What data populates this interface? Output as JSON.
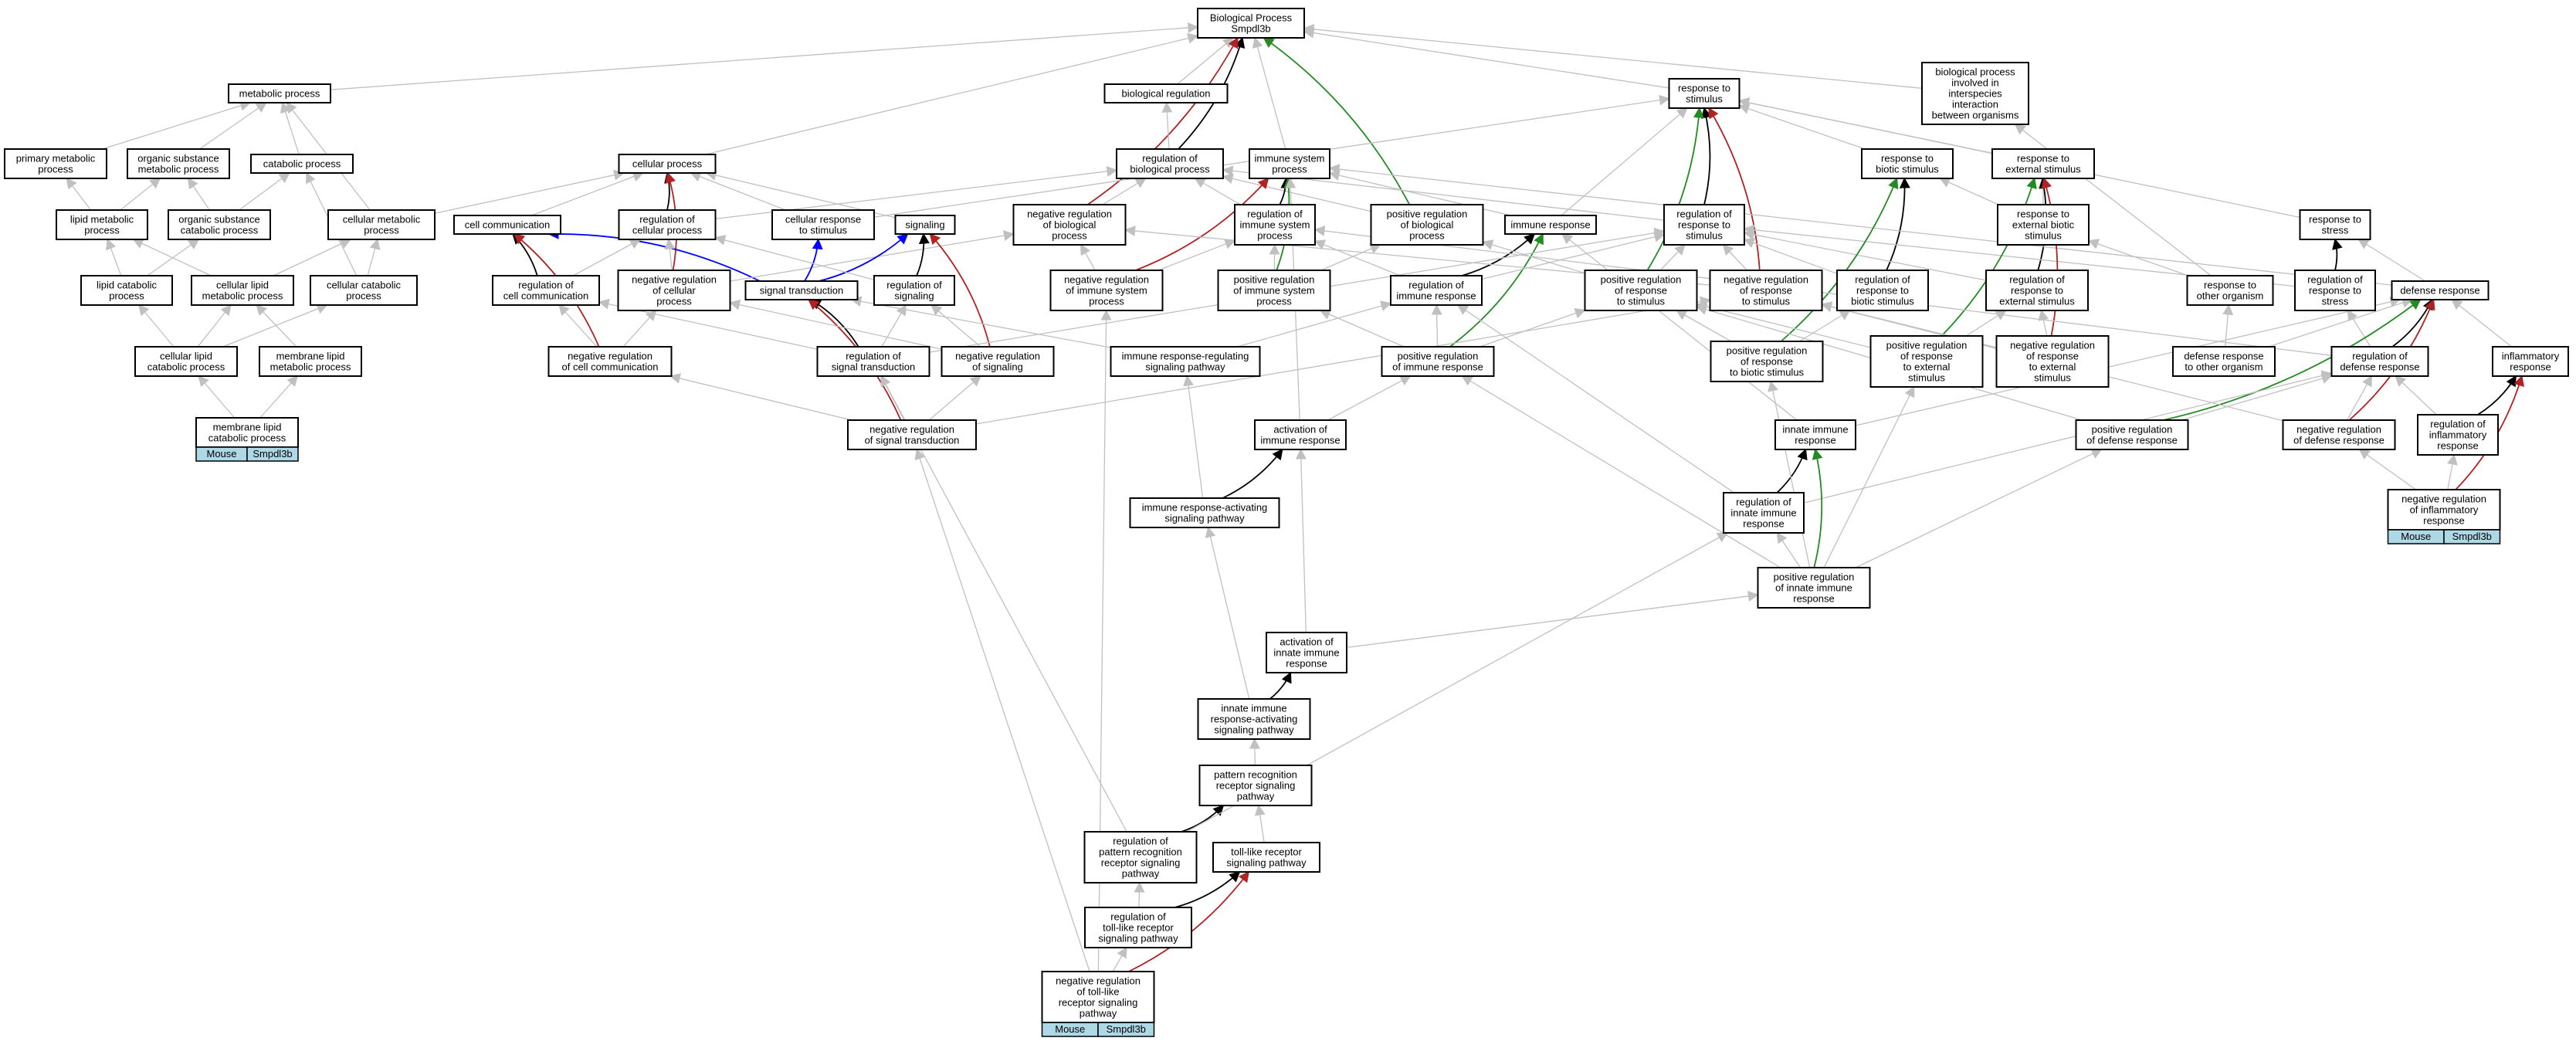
{
  "title": "Biological Process Smpdl3b",
  "colors": {
    "is_a": "#c0c0c0",
    "part_of": "#000000",
    "regulates": "#00008b",
    "positively_regulates": "#228b22",
    "negatively_regulates": "#b22222",
    "blue": "#0000ff",
    "annotation_fill": "#add8e6"
  },
  "nodes": {
    "bp": [
      "Biological Process",
      "Smpdl3b"
    ],
    "metabolic": [
      "metabolic process"
    ],
    "primary_met": [
      "primary metabolic",
      "process"
    ],
    "org_sub_met": [
      "organic substance",
      "metabolic process"
    ],
    "catabolic": [
      "catabolic process"
    ],
    "lipid_met": [
      "lipid metabolic",
      "process"
    ],
    "org_sub_cat": [
      "organic substance",
      "catabolic process"
    ],
    "cellular_met": [
      "cellular metabolic",
      "process"
    ],
    "lipid_cat": [
      "lipid catabolic",
      "process"
    ],
    "cell_lipid_met": [
      "cellular lipid",
      "metabolic process"
    ],
    "cell_cat": [
      "cellular catabolic",
      "process"
    ],
    "cell_lipid_cat": [
      "cellular lipid",
      "catabolic process"
    ],
    "memb_lipid_met": [
      "membrane lipid",
      "metabolic process"
    ],
    "memb_lipid_cat": [
      "membrane lipid",
      "catabolic process"
    ],
    "bio_reg": [
      "biological regulation"
    ],
    "cellular_process": [
      "cellular process"
    ],
    "reg_bio": [
      "regulation of",
      "biological process"
    ],
    "immune_sys": [
      "immune system",
      "process"
    ],
    "cell_comm": [
      "cell communication"
    ],
    "reg_cell_proc": [
      "regulation of",
      "cellular process"
    ],
    "cell_resp_stim": [
      "cellular response",
      "to stimulus"
    ],
    "signaling": [
      "signaling"
    ],
    "neg_reg_bio": [
      "negative regulation",
      "of biological",
      "process"
    ],
    "reg_imm_sys": [
      "regulation of",
      "immune system",
      "process"
    ],
    "pos_reg_bio": [
      "positive regulation",
      "of biological",
      "process"
    ],
    "immune_resp": [
      "immune response"
    ],
    "reg_cell_comm": [
      "regulation of",
      "cell communication"
    ],
    "neg_reg_cell_proc": [
      "negative regulation",
      "of cellular",
      "process"
    ],
    "signal_trans": [
      "signal transduction"
    ],
    "reg_signaling": [
      "regulation of",
      "signaling"
    ],
    "neg_reg_imm_sys": [
      "negative regulation",
      "of immune system",
      "process"
    ],
    "pos_reg_imm_sys": [
      "positive regulation",
      "of immune system",
      "process"
    ],
    "reg_imm_resp": [
      "regulation of",
      "immune response"
    ],
    "neg_reg_cell_comm": [
      "negative regulation",
      "of cell communication"
    ],
    "reg_sig_trans": [
      "regulation of",
      "signal transduction"
    ],
    "neg_reg_signaling": [
      "negative regulation",
      "of signaling"
    ],
    "imm_resp_reg_sig": [
      "immune response-regulating",
      "signaling pathway"
    ],
    "pos_reg_imm_resp": [
      "positive regulation",
      "of immune response"
    ],
    "neg_reg_sig_trans": [
      "negative regulation",
      "of signal transduction"
    ],
    "act_imm_resp": [
      "activation of",
      "immune response"
    ],
    "imm_resp_act_sig": [
      "immune response-activating",
      "signaling pathway"
    ],
    "act_innate": [
      "activation of",
      "innate immune",
      "response"
    ],
    "innate_act_sig": [
      "innate immune",
      "response-activating",
      "signaling pathway"
    ],
    "prr_sig": [
      "pattern recognition",
      "receptor signaling",
      "pathway"
    ],
    "reg_prr_sig": [
      "regulation of",
      "pattern recognition",
      "receptor signaling",
      "pathway"
    ],
    "tlr_sig": [
      "toll-like receptor",
      "signaling pathway"
    ],
    "reg_tlr_sig": [
      "regulation of",
      "toll-like receptor",
      "signaling pathway"
    ],
    "neg_reg_tlr_sig": [
      "negative regulation",
      "of toll-like",
      "receptor signaling",
      "pathway"
    ],
    "resp_stim": [
      "response to",
      "stimulus"
    ],
    "bp_interspecies": [
      "biological process",
      "involved in",
      "interspecies",
      "interaction",
      "between organisms"
    ],
    "reg_resp_stim": [
      "regulation of",
      "response to",
      "stimulus"
    ],
    "resp_biotic": [
      "response to",
      "biotic stimulus"
    ],
    "resp_ext": [
      "response to",
      "external stimulus"
    ],
    "resp_ext_biotic": [
      "response to",
      "external biotic",
      "stimulus"
    ],
    "resp_stress": [
      "response to",
      "stress"
    ],
    "pos_reg_resp_stim": [
      "positive regulation",
      "of response",
      "to stimulus"
    ],
    "neg_reg_resp_stim": [
      "negative regulation",
      "of response",
      "to stimulus"
    ],
    "reg_resp_biotic": [
      "regulation of",
      "response to",
      "biotic stimulus"
    ],
    "reg_resp_ext": [
      "regulation of",
      "response to",
      "external stimulus"
    ],
    "resp_other_org": [
      "response to",
      "other organism"
    ],
    "reg_resp_stress": [
      "regulation of",
      "response to",
      "stress"
    ],
    "defense_resp": [
      "defense response"
    ],
    "pos_reg_resp_biotic": [
      "positive regulation",
      "of response",
      "to biotic stimulus"
    ],
    "pos_reg_resp_ext": [
      "positive regulation",
      "of response",
      "to external",
      "stimulus"
    ],
    "neg_reg_resp_ext": [
      "negative regulation",
      "of response",
      "to external",
      "stimulus"
    ],
    "def_resp_other": [
      "defense response",
      "to other organism"
    ],
    "reg_def_resp": [
      "regulation of",
      "defense response"
    ],
    "inflammatory": [
      "inflammatory",
      "response"
    ],
    "innate_imm": [
      "innate immune",
      "response"
    ],
    "pos_reg_def": [
      "positive regulation",
      "of defense response"
    ],
    "neg_reg_def": [
      "negative regulation",
      "of defense response"
    ],
    "reg_inflam": [
      "regulation of",
      "inflammatory",
      "response"
    ],
    "reg_innate": [
      "regulation of",
      "innate immune",
      "response"
    ],
    "neg_reg_inflam": [
      "negative regulation",
      "of inflammatory",
      "response"
    ],
    "pos_reg_innate": [
      "positive regulation",
      "of innate immune",
      "response"
    ]
  },
  "annotations": {
    "memb_lipid_cat": [
      "Mouse",
      "Smpdl3b"
    ],
    "neg_reg_tlr_sig": [
      "Mouse",
      "Smpdl3b"
    ],
    "neg_reg_inflam": [
      "Mouse",
      "Smpdl3b"
    ]
  },
  "edges": [
    [
      "metabolic",
      "bp",
      "is_a"
    ],
    [
      "cellular_process",
      "bp",
      "is_a"
    ],
    [
      "bio_reg",
      "bp",
      "is_a"
    ],
    [
      "reg_bio",
      "bp",
      "part_of"
    ],
    [
      "immune_sys",
      "bp",
      "is_a"
    ],
    [
      "resp_stim",
      "bp",
      "is_a"
    ],
    [
      "bp_interspecies",
      "bp",
      "is_a"
    ],
    [
      "neg_reg_bio",
      "bp",
      "negatively_regulates"
    ],
    [
      "pos_reg_bio",
      "bp",
      "positively_regulates"
    ],
    [
      "primary_met",
      "metabolic",
      "is_a"
    ],
    [
      "org_sub_met",
      "metabolic",
      "is_a"
    ],
    [
      "catabolic",
      "metabolic",
      "is_a"
    ],
    [
      "cellular_met",
      "metabolic",
      "is_a"
    ],
    [
      "lipid_met",
      "primary_met",
      "is_a"
    ],
    [
      "lipid_met",
      "org_sub_met",
      "is_a"
    ],
    [
      "org_sub_cat",
      "org_sub_met",
      "is_a"
    ],
    [
      "org_sub_cat",
      "catabolic",
      "is_a"
    ],
    [
      "cellular_met",
      "cellular_process",
      "is_a"
    ],
    [
      "lipid_cat",
      "lipid_met",
      "is_a"
    ],
    [
      "cell_lipid_met",
      "lipid_met",
      "is_a"
    ],
    [
      "cell_lipid_met",
      "cellular_met",
      "is_a"
    ],
    [
      "cell_cat",
      "cellular_met",
      "is_a"
    ],
    [
      "cell_cat",
      "catabolic",
      "is_a"
    ],
    [
      "lipid_cat",
      "org_sub_cat",
      "is_a"
    ],
    [
      "cell_lipid_cat",
      "lipid_cat",
      "is_a"
    ],
    [
      "cell_lipid_cat",
      "cell_lipid_met",
      "is_a"
    ],
    [
      "cell_lipid_cat",
      "cell_cat",
      "is_a"
    ],
    [
      "memb_lipid_met",
      "cell_lipid_met",
      "is_a"
    ],
    [
      "memb_lipid_cat",
      "cell_lipid_cat",
      "is_a"
    ],
    [
      "memb_lipid_cat",
      "memb_lipid_met",
      "is_a"
    ],
    [
      "reg_bio",
      "bio_reg",
      "is_a"
    ],
    [
      "cell_comm",
      "cellular_process",
      "is_a"
    ],
    [
      "reg_cell_proc",
      "cellular_process",
      "part_of"
    ],
    [
      "cell_resp_stim",
      "cellular_process",
      "is_a"
    ],
    [
      "cell_resp_stim",
      "resp_stim",
      "is_a"
    ],
    [
      "signaling",
      "cellular_process",
      "is_a"
    ],
    [
      "neg_reg_cell_proc",
      "cellular_process",
      "negatively_regulates"
    ],
    [
      "reg_cell_proc",
      "reg_bio",
      "is_a"
    ],
    [
      "neg_reg_bio",
      "reg_bio",
      "is_a"
    ],
    [
      "reg_imm_sys",
      "reg_bio",
      "is_a"
    ],
    [
      "pos_reg_bio",
      "reg_bio",
      "is_a"
    ],
    [
      "reg_imm_sys",
      "immune_sys",
      "part_of"
    ],
    [
      "immune_resp",
      "immune_sys",
      "is_a"
    ],
    [
      "neg_reg_imm_sys",
      "immune_sys",
      "negatively_regulates"
    ],
    [
      "pos_reg_imm_sys",
      "immune_sys",
      "positively_regulates"
    ],
    [
      "immune_resp",
      "resp_stim",
      "is_a"
    ],
    [
      "signal_trans",
      "cell_comm",
      "blue"
    ],
    [
      "reg_cell_comm",
      "cell_comm",
      "part_of"
    ],
    [
      "neg_reg_cell_comm",
      "cell_comm",
      "negatively_regulates"
    ],
    [
      "reg_cell_comm",
      "reg_cell_proc",
      "is_a"
    ],
    [
      "neg_reg_cell_proc",
      "reg_cell_proc",
      "is_a"
    ],
    [
      "neg_reg_cell_proc",
      "neg_reg_bio",
      "is_a"
    ],
    [
      "signal_trans",
      "cell_resp_stim",
      "blue"
    ],
    [
      "signal_trans",
      "signaling",
      "blue"
    ],
    [
      "reg_signaling",
      "signaling",
      "part_of"
    ],
    [
      "neg_reg_signaling",
      "signaling",
      "negatively_regulates"
    ],
    [
      "reg_signaling",
      "reg_cell_proc",
      "is_a"
    ],
    [
      "neg_reg_imm_sys",
      "reg_imm_sys",
      "is_a"
    ],
    [
      "pos_reg_imm_sys",
      "reg_imm_sys",
      "is_a"
    ],
    [
      "neg_reg_imm_sys",
      "neg_reg_bio",
      "is_a"
    ],
    [
      "pos_reg_imm_sys",
      "pos_reg_bio",
      "is_a"
    ],
    [
      "reg_imm_resp",
      "immune_resp",
      "part_of"
    ],
    [
      "pos_reg_imm_resp",
      "immune_resp",
      "positively_regulates"
    ],
    [
      "reg_imm_resp",
      "reg_imm_sys",
      "is_a"
    ],
    [
      "reg_imm_resp",
      "reg_resp_stim",
      "is_a"
    ],
    [
      "neg_reg_cell_comm",
      "reg_cell_comm",
      "is_a"
    ],
    [
      "neg_reg_cell_comm",
      "neg_reg_cell_proc",
      "is_a"
    ],
    [
      "reg_sig_trans",
      "signal_trans",
      "part_of"
    ],
    [
      "neg_reg_sig_trans",
      "signal_trans",
      "negatively_regulates"
    ],
    [
      "reg_sig_trans",
      "reg_signaling",
      "is_a"
    ],
    [
      "reg_sig_trans",
      "reg_cell_comm",
      "is_a"
    ],
    [
      "reg_sig_trans",
      "reg_resp_stim",
      "is_a"
    ],
    [
      "neg_reg_signaling",
      "reg_signaling",
      "is_a"
    ],
    [
      "neg_reg_signaling",
      "neg_reg_cell_proc",
      "is_a"
    ],
    [
      "imm_resp_reg_sig",
      "signal_trans",
      "is_a"
    ],
    [
      "imm_resp_reg_sig",
      "reg_imm_resp",
      "is_a"
    ],
    [
      "pos_reg_imm_resp",
      "reg_imm_resp",
      "is_a"
    ],
    [
      "pos_reg_imm_resp",
      "pos_reg_imm_sys",
      "is_a"
    ],
    [
      "pos_reg_imm_resp",
      "pos_reg_resp_stim",
      "is_a"
    ],
    [
      "neg_reg_sig_trans",
      "reg_sig_trans",
      "is_a"
    ],
    [
      "neg_reg_sig_trans",
      "neg_reg_signaling",
      "is_a"
    ],
    [
      "neg_reg_sig_trans",
      "neg_reg_cell_comm",
      "is_a"
    ],
    [
      "neg_reg_sig_trans",
      "neg_reg_resp_stim",
      "is_a"
    ],
    [
      "act_imm_resp",
      "pos_reg_imm_resp",
      "is_a"
    ],
    [
      "act_imm_resp",
      "immune_sys",
      "is_a"
    ],
    [
      "imm_resp_act_sig",
      "imm_resp_reg_sig",
      "is_a"
    ],
    [
      "imm_resp_act_sig",
      "act_imm_resp",
      "part_of"
    ],
    [
      "act_innate",
      "act_imm_resp",
      "is_a"
    ],
    [
      "act_innate",
      "pos_reg_innate",
      "is_a"
    ],
    [
      "innate_act_sig",
      "imm_resp_act_sig",
      "is_a"
    ],
    [
      "innate_act_sig",
      "act_innate",
      "part_of"
    ],
    [
      "prr_sig",
      "innate_act_sig",
      "is_a"
    ],
    [
      "reg_prr_sig",
      "prr_sig",
      "part_of"
    ],
    [
      "reg_prr_sig",
      "reg_sig_trans",
      "is_a"
    ],
    [
      "reg_prr_sig",
      "reg_innate",
      "is_a"
    ],
    [
      "tlr_sig",
      "prr_sig",
      "is_a"
    ],
    [
      "reg_tlr_sig",
      "tlr_sig",
      "part_of"
    ],
    [
      "reg_tlr_sig",
      "reg_prr_sig",
      "is_a"
    ],
    [
      "neg_reg_tlr_sig",
      "reg_tlr_sig",
      "is_a"
    ],
    [
      "neg_reg_tlr_sig",
      "tlr_sig",
      "negatively_regulates"
    ],
    [
      "neg_reg_tlr_sig",
      "neg_reg_sig_trans",
      "is_a"
    ],
    [
      "neg_reg_tlr_sig",
      "neg_reg_imm_sys",
      "is_a"
    ],
    [
      "reg_resp_stim",
      "resp_stim",
      "part_of"
    ],
    [
      "pos_reg_resp_stim",
      "resp_stim",
      "positively_regulates"
    ],
    [
      "neg_reg_resp_stim",
      "resp_stim",
      "negatively_regulates"
    ],
    [
      "reg_resp_stim",
      "reg_bio",
      "is_a"
    ],
    [
      "resp_biotic",
      "resp_stim",
      "is_a"
    ],
    [
      "resp_ext",
      "resp_stim",
      "is_a"
    ],
    [
      "resp_stress",
      "resp_stim",
      "is_a"
    ],
    [
      "resp_ext_biotic",
      "resp_biotic",
      "is_a"
    ],
    [
      "resp_ext_biotic",
      "resp_ext",
      "is_a"
    ],
    [
      "pos_reg_resp_stim",
      "reg_resp_stim",
      "is_a"
    ],
    [
      "pos_reg_resp_stim",
      "pos_reg_bio",
      "is_a"
    ],
    [
      "neg_reg_resp_stim",
      "reg_resp_stim",
      "is_a"
    ],
    [
      "neg_reg_resp_stim",
      "neg_reg_bio",
      "is_a"
    ],
    [
      "reg_resp_biotic",
      "resp_biotic",
      "part_of"
    ],
    [
      "reg_resp_biotic",
      "reg_resp_stim",
      "is_a"
    ],
    [
      "reg_resp_ext",
      "resp_ext",
      "part_of"
    ],
    [
      "reg_resp_ext",
      "reg_resp_stim",
      "is_a"
    ],
    [
      "resp_other_org",
      "resp_ext_biotic",
      "is_a"
    ],
    [
      "resp_other_org",
      "bp_interspecies",
      "is_a"
    ],
    [
      "reg_resp_stress",
      "resp_stress",
      "part_of"
    ],
    [
      "reg_resp_stress",
      "reg_resp_stim",
      "is_a"
    ],
    [
      "defense_resp",
      "resp_stress",
      "is_a"
    ],
    [
      "defense_resp",
      "immune_sys",
      "is_a"
    ],
    [
      "pos_reg_resp_biotic",
      "reg_resp_biotic",
      "is_a"
    ],
    [
      "pos_reg_resp_biotic",
      "resp_biotic",
      "positively_regulates"
    ],
    [
      "pos_reg_resp_biotic",
      "pos_reg_resp_stim",
      "is_a"
    ],
    [
      "pos_reg_resp_ext",
      "reg_resp_ext",
      "is_a"
    ],
    [
      "pos_reg_resp_ext",
      "resp_ext",
      "positively_regulates"
    ],
    [
      "pos_reg_resp_ext",
      "pos_reg_resp_stim",
      "is_a"
    ],
    [
      "neg_reg_resp_ext",
      "reg_resp_ext",
      "is_a"
    ],
    [
      "neg_reg_resp_ext",
      "resp_ext",
      "negatively_regulates"
    ],
    [
      "neg_reg_resp_ext",
      "neg_reg_resp_stim",
      "is_a"
    ],
    [
      "def_resp_other",
      "resp_other_org",
      "is_a"
    ],
    [
      "def_resp_other",
      "defense_resp",
      "is_a"
    ],
    [
      "reg_def_resp",
      "defense_resp",
      "part_of"
    ],
    [
      "reg_def_resp",
      "reg_resp_stress",
      "is_a"
    ],
    [
      "reg_def_resp",
      "reg_imm_sys",
      "is_a"
    ],
    [
      "inflammatory",
      "defense_resp",
      "is_a"
    ],
    [
      "innate_imm",
      "immune_resp",
      "is_a"
    ],
    [
      "innate_imm",
      "defense_resp",
      "is_a"
    ],
    [
      "pos_reg_def",
      "reg_def_resp",
      "is_a"
    ],
    [
      "pos_reg_def",
      "defense_resp",
      "positively_regulates"
    ],
    [
      "pos_reg_def",
      "pos_reg_resp_stim",
      "is_a"
    ],
    [
      "neg_reg_def",
      "reg_def_resp",
      "is_a"
    ],
    [
      "neg_reg_def",
      "defense_resp",
      "negatively_regulates"
    ],
    [
      "neg_reg_def",
      "neg_reg_resp_stim",
      "is_a"
    ],
    [
      "reg_inflam",
      "inflammatory",
      "part_of"
    ],
    [
      "reg_inflam",
      "reg_def_resp",
      "is_a"
    ],
    [
      "reg_innate",
      "innate_imm",
      "part_of"
    ],
    [
      "reg_innate",
      "reg_imm_resp",
      "is_a"
    ],
    [
      "reg_innate",
      "reg_def_resp",
      "is_a"
    ],
    [
      "neg_reg_inflam",
      "reg_inflam",
      "is_a"
    ],
    [
      "neg_reg_inflam",
      "inflammatory",
      "negatively_regulates"
    ],
    [
      "neg_reg_inflam",
      "neg_reg_def",
      "is_a"
    ],
    [
      "pos_reg_innate",
      "reg_innate",
      "is_a"
    ],
    [
      "pos_reg_innate",
      "innate_imm",
      "positively_regulates"
    ],
    [
      "pos_reg_innate",
      "pos_reg_imm_resp",
      "is_a"
    ],
    [
      "pos_reg_innate",
      "pos_reg_def",
      "is_a"
    ],
    [
      "pos_reg_innate",
      "pos_reg_resp_biotic",
      "is_a"
    ],
    [
      "pos_reg_innate",
      "pos_reg_resp_ext",
      "is_a"
    ]
  ]
}
